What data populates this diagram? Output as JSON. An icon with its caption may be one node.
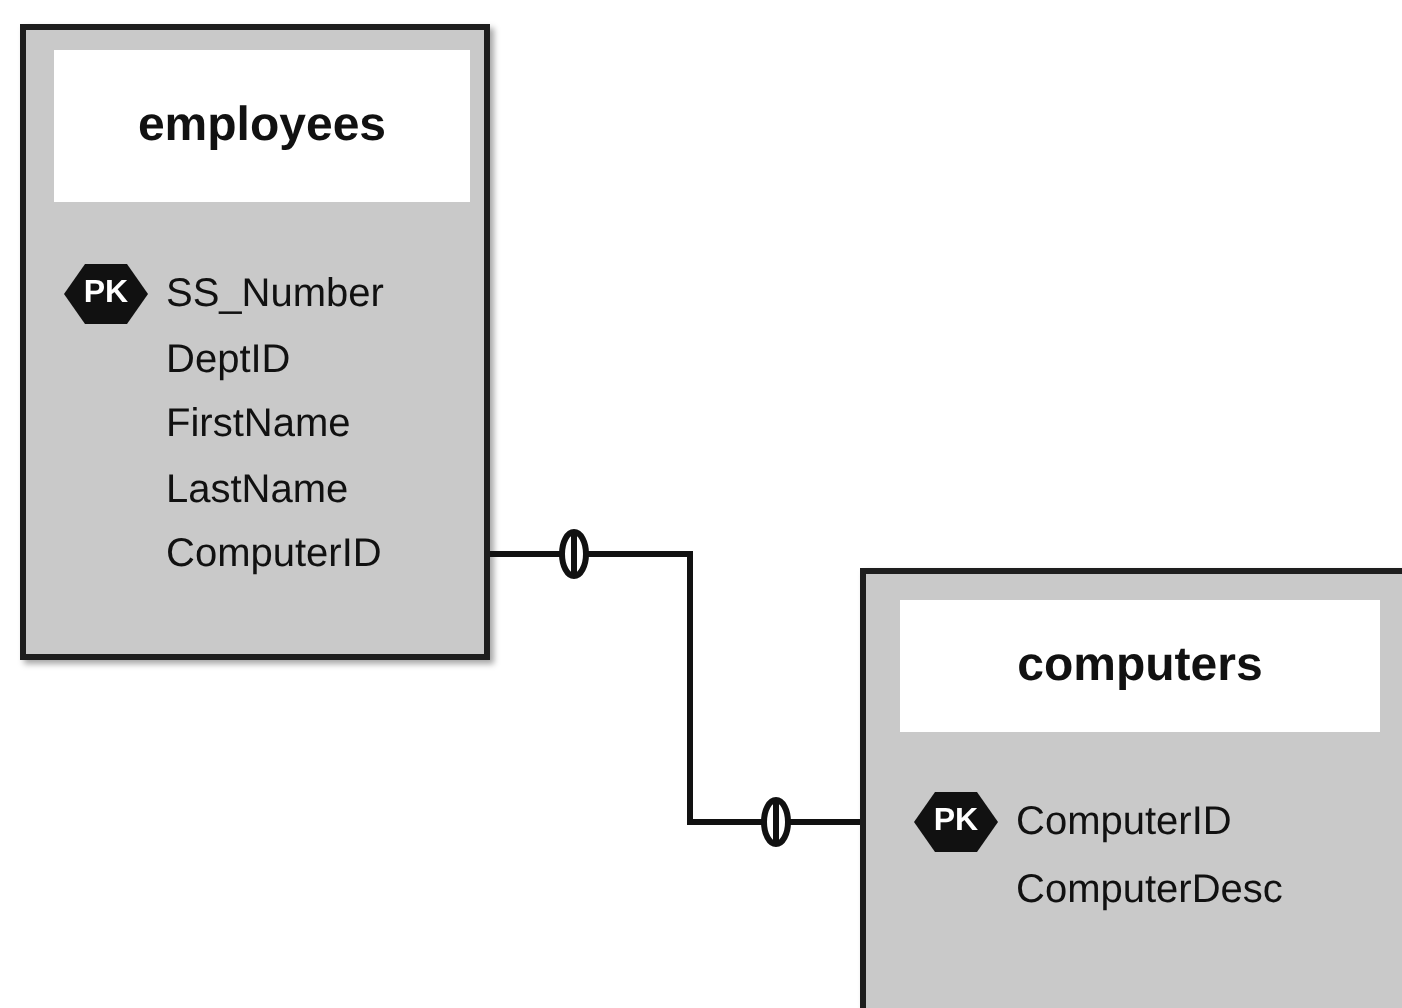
{
  "diagram": {
    "nodes": [
      {
        "text": [
          "employees",
          "SS_Number",
          "DeptID",
          "FirstName",
          "LastName",
          "ComputerID"
        ]
      },
      {
        "text": [
          "computers",
          "ComputerID",
          "ComputerDesc"
        ]
      }
    ],
    "edges": [
      {
        "from": 0,
        "to": 1,
        "arrow": "other"
      }
    ],
    "labels": [
      "PK",
      "PK"
    ]
  }
}
